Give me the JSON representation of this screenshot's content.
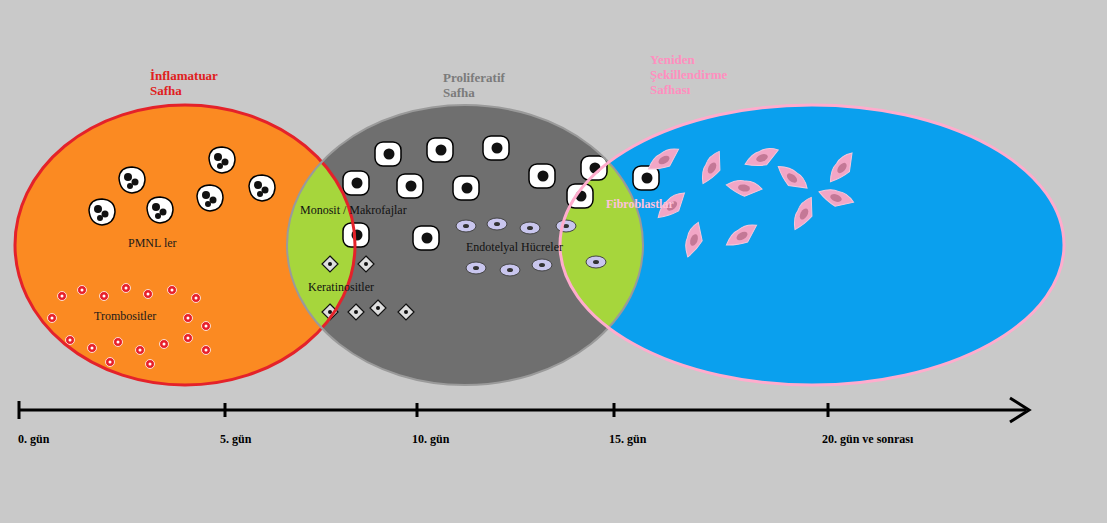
{
  "diagram": {
    "nodes": [
      {
        "text": [
          "İnflamatuar Safha"
        ]
      },
      {
        "text": [
          "Proliferatif Safha"
        ]
      },
      {
        "text": [
          "Yeniden Şekillendirme Safhası"
        ]
      }
    ],
    "labels": [
      "PMNL ler",
      "Trombositler",
      "Monosit / Makrofajlar",
      "Keratinositler",
      "Endotelyal Hücreler",
      "Fibroblastlar",
      "0. gün",
      "5. gün",
      "10. gün",
      "15. gün",
      "20. gün ve sonrası"
    ]
  }
}
